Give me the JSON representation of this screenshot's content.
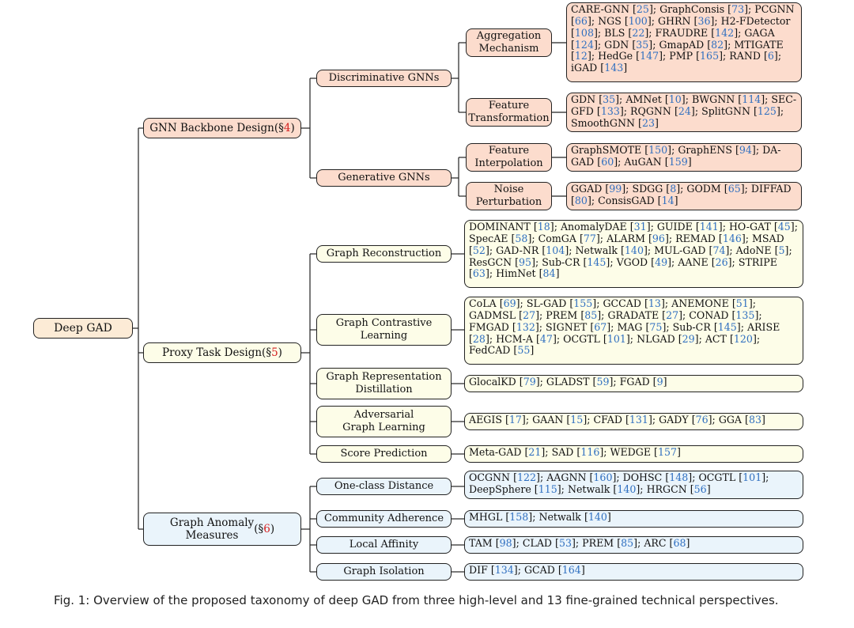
{
  "root": {
    "label": "Deep GAD"
  },
  "level1": [
    {
      "key": "backbone",
      "label": "GNN Backbone Design",
      "section": "4"
    },
    {
      "key": "proxy",
      "label": "Proxy Task Design",
      "section": "5"
    },
    {
      "key": "measures",
      "label": "Graph Anomaly\nMeasures",
      "section": "6"
    }
  ],
  "level2": [
    {
      "key": "discriminative",
      "label": "Discriminative GNNs"
    },
    {
      "key": "generative",
      "label": "Generative GNNs"
    },
    {
      "key": "reconstruction",
      "label": "Graph Reconstruction"
    },
    {
      "key": "contrastive",
      "label": "Graph Contrastive\nLearning"
    },
    {
      "key": "distillation",
      "label": "Graph Representation\nDistillation"
    },
    {
      "key": "adversarial",
      "label": "Adversarial\nGraph Learning"
    },
    {
      "key": "score",
      "label": "Score Prediction"
    },
    {
      "key": "oneclass",
      "label": "One-class Distance"
    },
    {
      "key": "community",
      "label": "Community Adherence"
    },
    {
      "key": "local",
      "label": "Local Affinity"
    },
    {
      "key": "isolation",
      "label": "Graph Isolation"
    }
  ],
  "level3": [
    {
      "key": "aggregation",
      "label": "Aggregation\nMechanism"
    },
    {
      "key": "feature_transformation",
      "label": "Feature\nTransformation"
    },
    {
      "key": "feature_interpolation",
      "label": "Feature\nInterpolation"
    },
    {
      "key": "noise_perturbation",
      "label": "Noise\nPerturbation"
    }
  ],
  "leaves": [
    {
      "key": "aggregation",
      "methods": [
        [
          "CARE-GNN",
          "25"
        ],
        [
          "GraphConsis",
          "73"
        ],
        [
          "PCGNN",
          "66"
        ],
        [
          "NGS",
          "100"
        ],
        [
          "GHRN",
          "36"
        ],
        [
          "H2-FDetector",
          "108"
        ],
        [
          "BLS",
          "22"
        ],
        [
          "FRAUDRE",
          "142"
        ],
        [
          "GAGA",
          "124"
        ],
        [
          "GDN",
          "35"
        ],
        [
          "GmapAD",
          "82"
        ],
        [
          "MTIGATE",
          "12"
        ],
        [
          "HedGe",
          "147"
        ],
        [
          "PMP",
          "165"
        ],
        [
          "RAND",
          "6"
        ],
        [
          "iGAD",
          "143"
        ]
      ]
    },
    {
      "key": "feature_transformation",
      "methods": [
        [
          "GDN",
          "35"
        ],
        [
          "AMNet",
          "10"
        ],
        [
          "BWGNN",
          "114"
        ],
        [
          "SEC-GFD",
          "133"
        ],
        [
          "RQGNN",
          "24"
        ],
        [
          "SplitGNN",
          "125"
        ],
        [
          "SmoothGNN",
          "23"
        ]
      ]
    },
    {
      "key": "feature_interpolation",
      "methods": [
        [
          "GraphSMOTE",
          "150"
        ],
        [
          "GraphENS",
          "94"
        ],
        [
          "DA-GAD",
          "60"
        ],
        [
          "AuGAN",
          "159"
        ]
      ]
    },
    {
      "key": "noise_perturbation",
      "methods": [
        [
          "GGAD",
          "99"
        ],
        [
          "SDGG",
          "8"
        ],
        [
          "GODM",
          "65"
        ],
        [
          "DIFFAD",
          "80"
        ],
        [
          "ConsisGAD",
          "14"
        ]
      ]
    },
    {
      "key": "reconstruction",
      "methods": [
        [
          "DOMINANT",
          "18"
        ],
        [
          "AnomalyDAE",
          "31"
        ],
        [
          "GUIDE",
          "141"
        ],
        [
          "HO-GAT",
          "45"
        ],
        [
          "SpecAE",
          "58"
        ],
        [
          "ComGA",
          "77"
        ],
        [
          "ALARM",
          "96"
        ],
        [
          "REMAD",
          "146"
        ],
        [
          "MSAD",
          "52"
        ],
        [
          "GAD-NR",
          "104"
        ],
        [
          "Netwalk",
          "140"
        ],
        [
          "MUL-GAD",
          "74"
        ],
        [
          "AdoNE",
          "5"
        ],
        [
          "ResGCN",
          "95"
        ],
        [
          "Sub-CR",
          "145"
        ],
        [
          "VGOD",
          "49"
        ],
        [
          "AANE",
          "26"
        ],
        [
          "STRIPE",
          "63"
        ],
        [
          "HimNet",
          "84"
        ]
      ]
    },
    {
      "key": "contrastive",
      "methods": [
        [
          "CoLA",
          "69"
        ],
        [
          "SL-GAD",
          "155"
        ],
        [
          "GCCAD",
          "13"
        ],
        [
          "ANEMONE",
          "51"
        ],
        [
          "GADMSL",
          "27"
        ],
        [
          "PREM",
          "85"
        ],
        [
          "GRADATE",
          "27"
        ],
        [
          "CONAD",
          "135"
        ],
        [
          "FMGAD",
          "132"
        ],
        [
          "SIGNET",
          "67"
        ],
        [
          "MAG",
          "75"
        ],
        [
          "Sub-CR",
          "145"
        ],
        [
          "ARISE",
          "28"
        ],
        [
          "HCM-A",
          "47"
        ],
        [
          "OCGTL",
          "101"
        ],
        [
          "NLGAD",
          "29"
        ],
        [
          "ACT",
          "120"
        ],
        [
          "FedCAD",
          "55"
        ]
      ]
    },
    {
      "key": "distillation",
      "methods": [
        [
          "GlocalKD",
          "79"
        ],
        [
          "GLADST",
          "59"
        ],
        [
          "FGAD",
          "9"
        ]
      ]
    },
    {
      "key": "adversarial",
      "methods": [
        [
          "AEGIS",
          "17"
        ],
        [
          "GAAN",
          "15"
        ],
        [
          "CFAD",
          "131"
        ],
        [
          "GADY",
          "76"
        ],
        [
          "GGA",
          "83"
        ]
      ]
    },
    {
      "key": "score",
      "methods": [
        [
          "Meta-GAD",
          "21"
        ],
        [
          "SAD",
          "116"
        ],
        [
          "WEDGE",
          "157"
        ]
      ]
    },
    {
      "key": "oneclass",
      "methods": [
        [
          "OCGNN",
          "122"
        ],
        [
          "AAGNN",
          "160"
        ],
        [
          "DOHSC",
          "148"
        ],
        [
          "OCGTL",
          "101"
        ],
        [
          "DeepSphere",
          "115"
        ],
        [
          "Netwalk",
          "140"
        ],
        [
          "HRGCN",
          "56"
        ]
      ]
    },
    {
      "key": "community",
      "methods": [
        [
          "MHGL",
          "158"
        ],
        [
          "Netwalk",
          "140"
        ]
      ]
    },
    {
      "key": "local",
      "methods": [
        [
          "TAM",
          "98"
        ],
        [
          "CLAD",
          "53"
        ],
        [
          "PREM",
          "85"
        ],
        [
          "ARC",
          "68"
        ]
      ]
    },
    {
      "key": "isolation",
      "methods": [
        [
          "DIF",
          "134"
        ],
        [
          "GCAD",
          "164"
        ]
      ]
    }
  ],
  "caption": "Fig. 1: Overview of the proposed taxonomy of deep GAD from three high-level and 13 fine-grained technical perspectives.",
  "colors": {
    "backbone": "#fcdccd",
    "proxy": "#fdfde8",
    "measures": "#eaf4fb",
    "root": "#fcebd6",
    "citation": "#2f6fc0",
    "section": "#d42020",
    "line": "#222222"
  }
}
